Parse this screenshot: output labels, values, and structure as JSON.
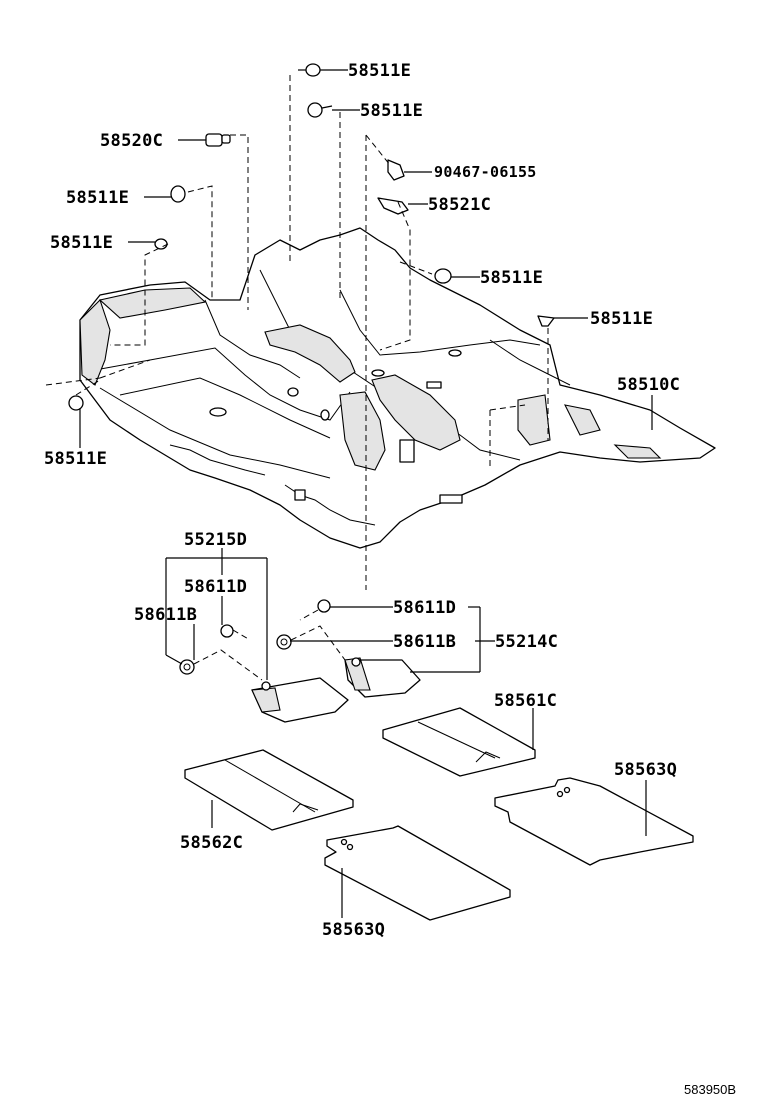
{
  "diagram_code": "583950B",
  "callouts": {
    "c1": "58511E",
    "c2": "58511E",
    "c3": "58520C",
    "c4": "90467-06155",
    "c5": "58511E",
    "c6": "58521C",
    "c7": "58511E",
    "c8": "58511E",
    "c9": "58511E",
    "c10": "58510C",
    "c11": "58511E",
    "c12": "55215D",
    "c13": "58611D",
    "c14": "58611B",
    "c15": "58611D",
    "c16": "58611B",
    "c17": "55214C",
    "c18": "58561C",
    "c19": "58563Q",
    "c20": "58562C",
    "c21": "58563Q"
  }
}
